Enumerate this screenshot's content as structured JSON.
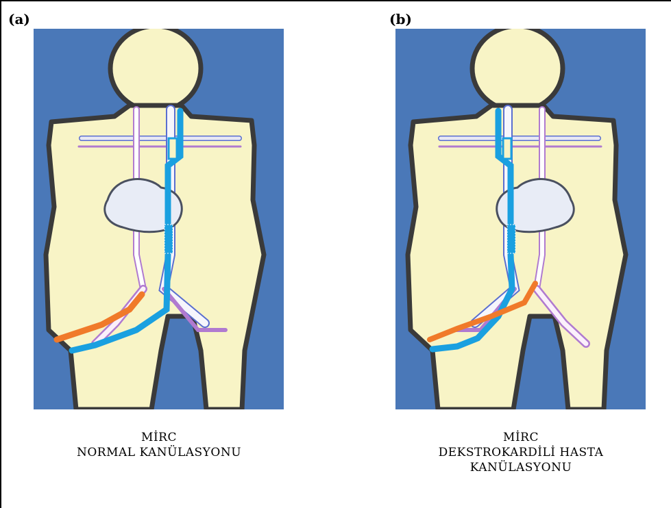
{
  "panels": [
    {
      "tag": "(a)",
      "caption_lines": [
        "MİRC",
        "NORMAL KANÜLASYONU"
      ]
    },
    {
      "tag": "(b)",
      "caption_lines": [
        "MİRC",
        "DEKSTROKARDİLİ HASTA",
        "KANÜLASYONU"
      ]
    }
  ],
  "colors": {
    "background": "#4a78b8",
    "body": "#f8f4c6",
    "body_outline": "#3a3a3a",
    "vessel_purple": "#b07ad0",
    "vessel_blue_outline": "#5a6ed0",
    "cannula_blue": "#1aa0e0",
    "cannula_orange": "#f07a2a"
  }
}
